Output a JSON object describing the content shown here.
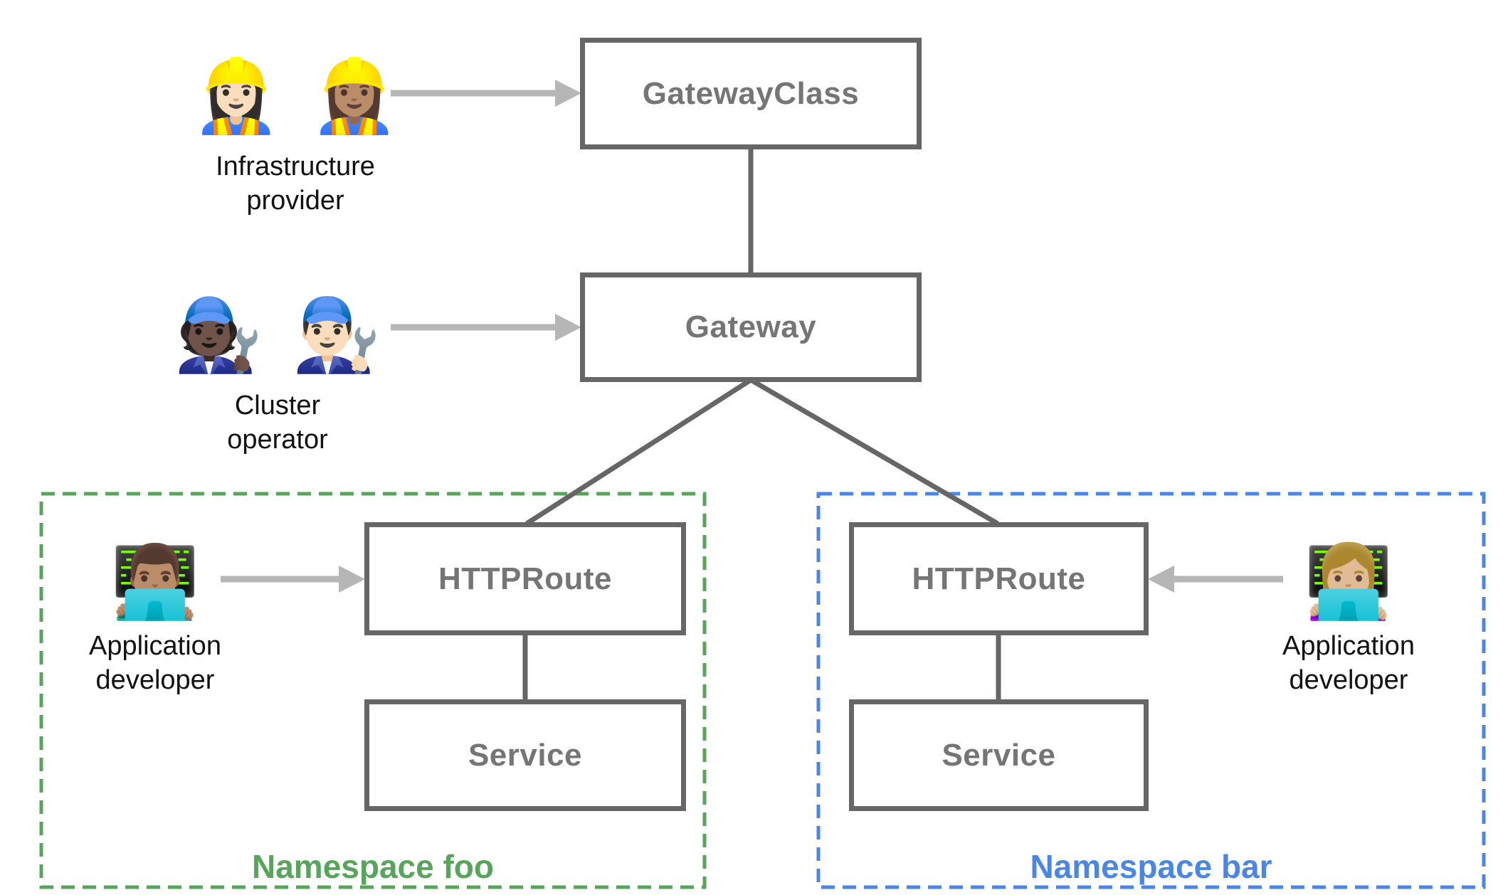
{
  "colors": {
    "box_border": "#666666",
    "box_label": "#757575",
    "connector": "#666666",
    "arrow": "#b6b6b6",
    "namespace_foo_green": "#57a55b",
    "namespace_bar_blue": "#4a86e8",
    "persona_label": "#111111",
    "background": "#ffffff"
  },
  "nodes": {
    "gateway_class": {
      "label": "GatewayClass"
    },
    "gateway": {
      "label": "Gateway"
    },
    "httproute_foo": {
      "label": "HTTPRoute"
    },
    "service_foo": {
      "label": "Service"
    },
    "httproute_bar": {
      "label": "HTTPRoute"
    },
    "service_bar": {
      "label": "Service"
    }
  },
  "personas": {
    "infrastructure_provider": {
      "emoji": "👷🏻‍♀️ 👷🏽‍♀️",
      "label_line1": "Infrastructure",
      "label_line2": "provider"
    },
    "cluster_operator": {
      "emoji": "🧑🏿‍🔧 👨🏻‍🔧",
      "label_line1": "Cluster",
      "label_line2": "operator"
    },
    "app_developer_foo": {
      "emoji": "👨🏽‍💻",
      "label_line1": "Application",
      "label_line2": "developer"
    },
    "app_developer_bar": {
      "emoji": "👩🏼‍💻",
      "label_line1": "Application",
      "label_line2": "developer"
    }
  },
  "namespaces": {
    "foo": {
      "label": "Namespace foo"
    },
    "bar": {
      "label": "Namespace bar"
    }
  }
}
